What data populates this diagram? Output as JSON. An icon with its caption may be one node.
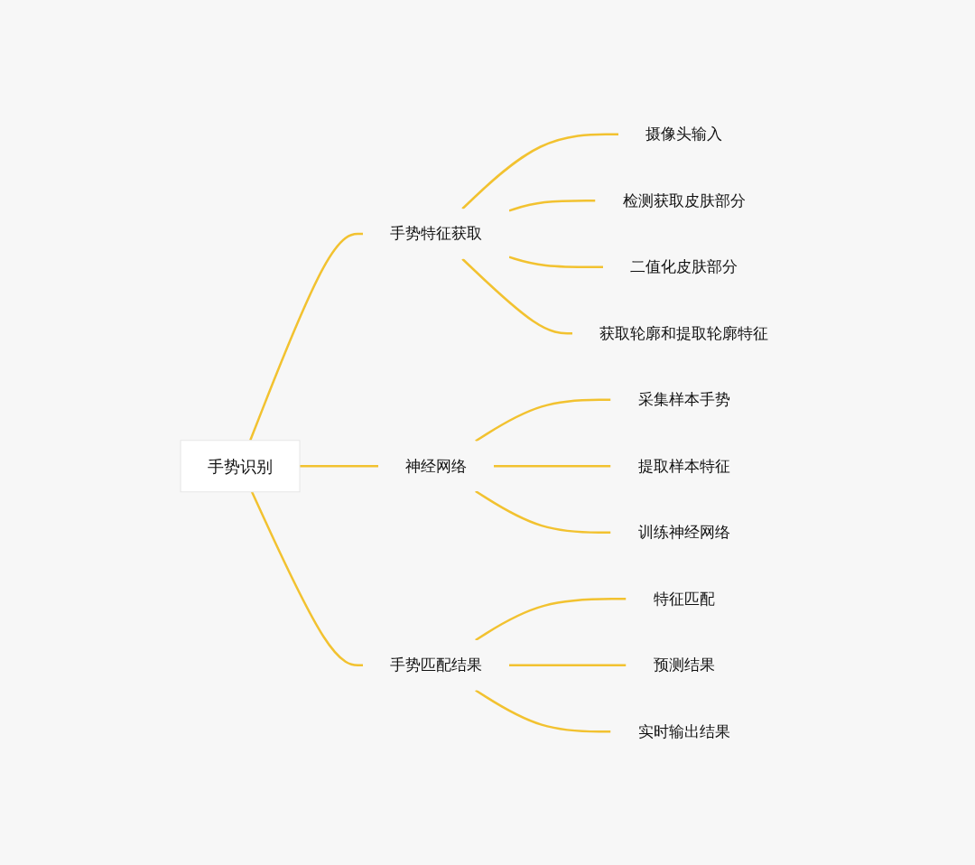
{
  "diagram": {
    "nodes": [
      {
        "text": [
          "手势识别"
        ]
      },
      {
        "text": [
          "手势特征获取"
        ]
      },
      {
        "text": [
          "摄像头输入"
        ]
      },
      {
        "text": [
          "检测获取皮肤部分"
        ]
      },
      {
        "text": [
          "二值化皮肤部分"
        ]
      },
      {
        "text": [
          "获取轮廓和提取轮廓特征"
        ]
      },
      {
        "text": [
          "神经网络"
        ]
      },
      {
        "text": [
          "采集样本手势"
        ]
      },
      {
        "text": [
          "提取样本特征"
        ]
      },
      {
        "text": [
          "训练神经网络"
        ]
      },
      {
        "text": [
          "手势匹配结果"
        ]
      },
      {
        "text": [
          "特征匹配"
        ]
      },
      {
        "text": [
          "预测结果"
        ]
      },
      {
        "text": [
          "实时输出结果"
        ]
      }
    ],
    "edges": [
      {
        "from": 0,
        "to": 1,
        "arrow": "none"
      },
      {
        "from": 1,
        "to": 2,
        "arrow": "none"
      },
      {
        "from": 1,
        "to": 3,
        "arrow": "none"
      },
      {
        "from": 1,
        "to": 4,
        "arrow": "none"
      },
      {
        "from": 1,
        "to": 5,
        "arrow": "none"
      },
      {
        "from": 0,
        "to": 6,
        "arrow": "none"
      },
      {
        "from": 6,
        "to": 7,
        "arrow": "none"
      },
      {
        "from": 6,
        "to": 8,
        "arrow": "none"
      },
      {
        "from": 6,
        "to": 9,
        "arrow": "none"
      },
      {
        "from": 0,
        "to": 10,
        "arrow": "none"
      },
      {
        "from": 10,
        "to": 11,
        "arrow": "none"
      },
      {
        "from": 10,
        "to": 12,
        "arrow": "none"
      },
      {
        "from": 10,
        "to": 13,
        "arrow": "none"
      }
    ]
  }
}
